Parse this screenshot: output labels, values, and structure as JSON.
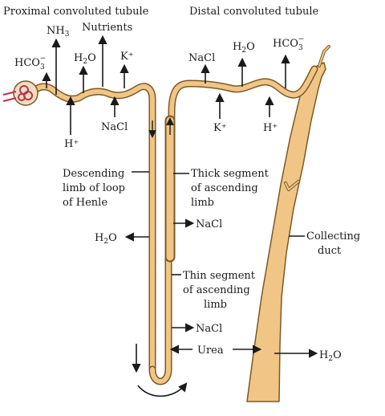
{
  "labels": {
    "pct": "Proximal convoluted tubule",
    "dct": "Distal convoluted tubule",
    "nh3": "NH",
    "nh3_sub": "3",
    "nutrients": "Nutrients",
    "hco3_left": "HCO",
    "hco3_left_sub": "3",
    "hco3_left_sup": "−",
    "h2o_pct": "H",
    "h2o_pct_sub": "2",
    "h2o_pct_o": "O",
    "k_pct": "K⁺",
    "nacl_pct": "NaCl",
    "h_pct": "H⁺",
    "nacl_dct": "NaCl",
    "h2o_dct": "H",
    "h2o_dct_sub": "2",
    "h2o_dct_o": "O",
    "hco3_dct": "HCO",
    "hco3_dct_sub": "3",
    "hco3_dct_sup": "−",
    "k_dct": "K⁺",
    "h_dct": "H⁺",
    "descending_1": "Descending",
    "descending_2": "limb of loop",
    "descending_3": "of Henle",
    "thick_1": "Thick segment",
    "thick_2": "of ascending",
    "thick_3": "limb",
    "nacl_thick": "NaCl",
    "h2o_desc": "H",
    "h2o_desc_sub": "2",
    "h2o_desc_o": "O",
    "collecting_1": "Collecting",
    "collecting_2": "duct",
    "thin_1": "Thin segment",
    "thin_2": "of ascending",
    "thin_3": "limb",
    "nacl_thin": "NaCl",
    "urea": "Urea",
    "h2o_cd": "H",
    "h2o_cd_sub": "2",
    "h2o_cd_o": "O"
  },
  "colors": {
    "tubule_fill": "#f0c586",
    "tubule_outline": "#7a5a25",
    "glomerulus": "#b3384a",
    "ink": "#1a1a1a"
  }
}
